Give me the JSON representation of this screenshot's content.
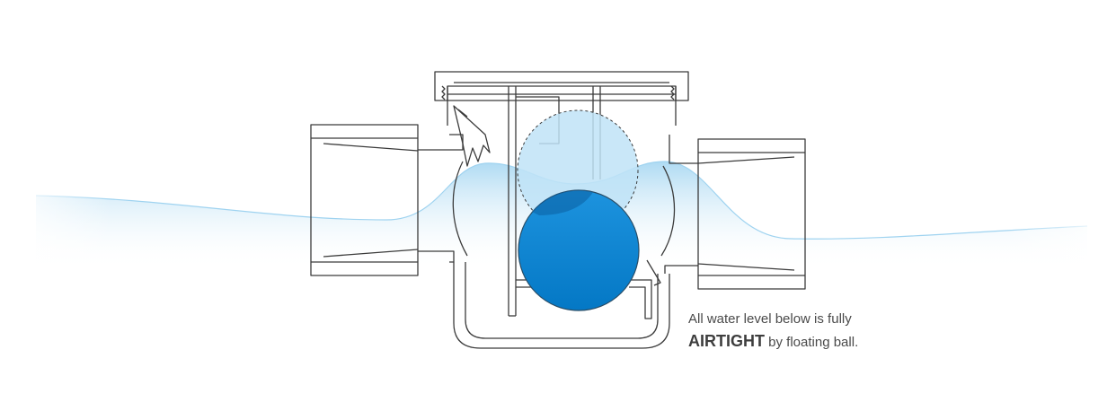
{
  "caption": {
    "line1": "All water level below is fully",
    "line2_bold": "AIRTIGHT",
    "line2_rest": " by floating ball."
  },
  "colors": {
    "outline": "#3b3b3b",
    "water_light": "#bfe2f6",
    "ball_dark": "#0a7fcb",
    "ball_light": "#bfe3f7",
    "text": "#4a4a4a"
  }
}
